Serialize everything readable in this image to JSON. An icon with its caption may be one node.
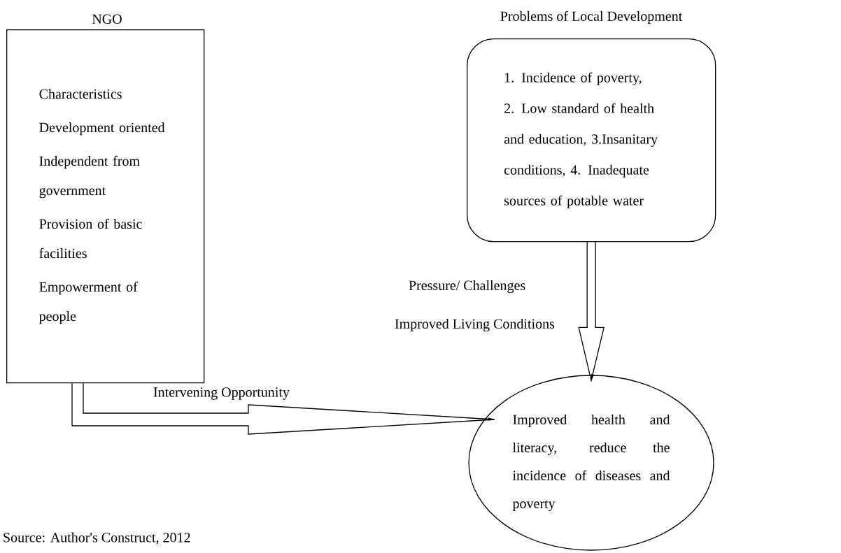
{
  "diagram": {
    "nodes": [
      {
        "text": [
          "NGO",
          "Characteristics",
          "Development oriented",
          "Independent from government",
          "Provision of basic facilities",
          "Empowerment of people"
        ]
      },
      {
        "text": [
          "Problems of Local Development",
          "1. Incidence of poverty, 2. Low standard of health and education, 3.Insanitary conditions, 4. Inadequate sources of potable water"
        ]
      },
      {
        "text": [
          "Improved health and literacy, reduce the incidence of diseases and poverty"
        ]
      }
    ],
    "edges": [
      {
        "from": 0,
        "to": 2,
        "arrow": "to",
        "label": "Intervening Opportunity"
      },
      {
        "from": 1,
        "to": 2,
        "arrow": "to",
        "label": "Pressure/ Challenges"
      }
    ],
    "labels": [
      "Improved Living Conditions",
      "Source: Author's Construct, 2012"
    ]
  }
}
